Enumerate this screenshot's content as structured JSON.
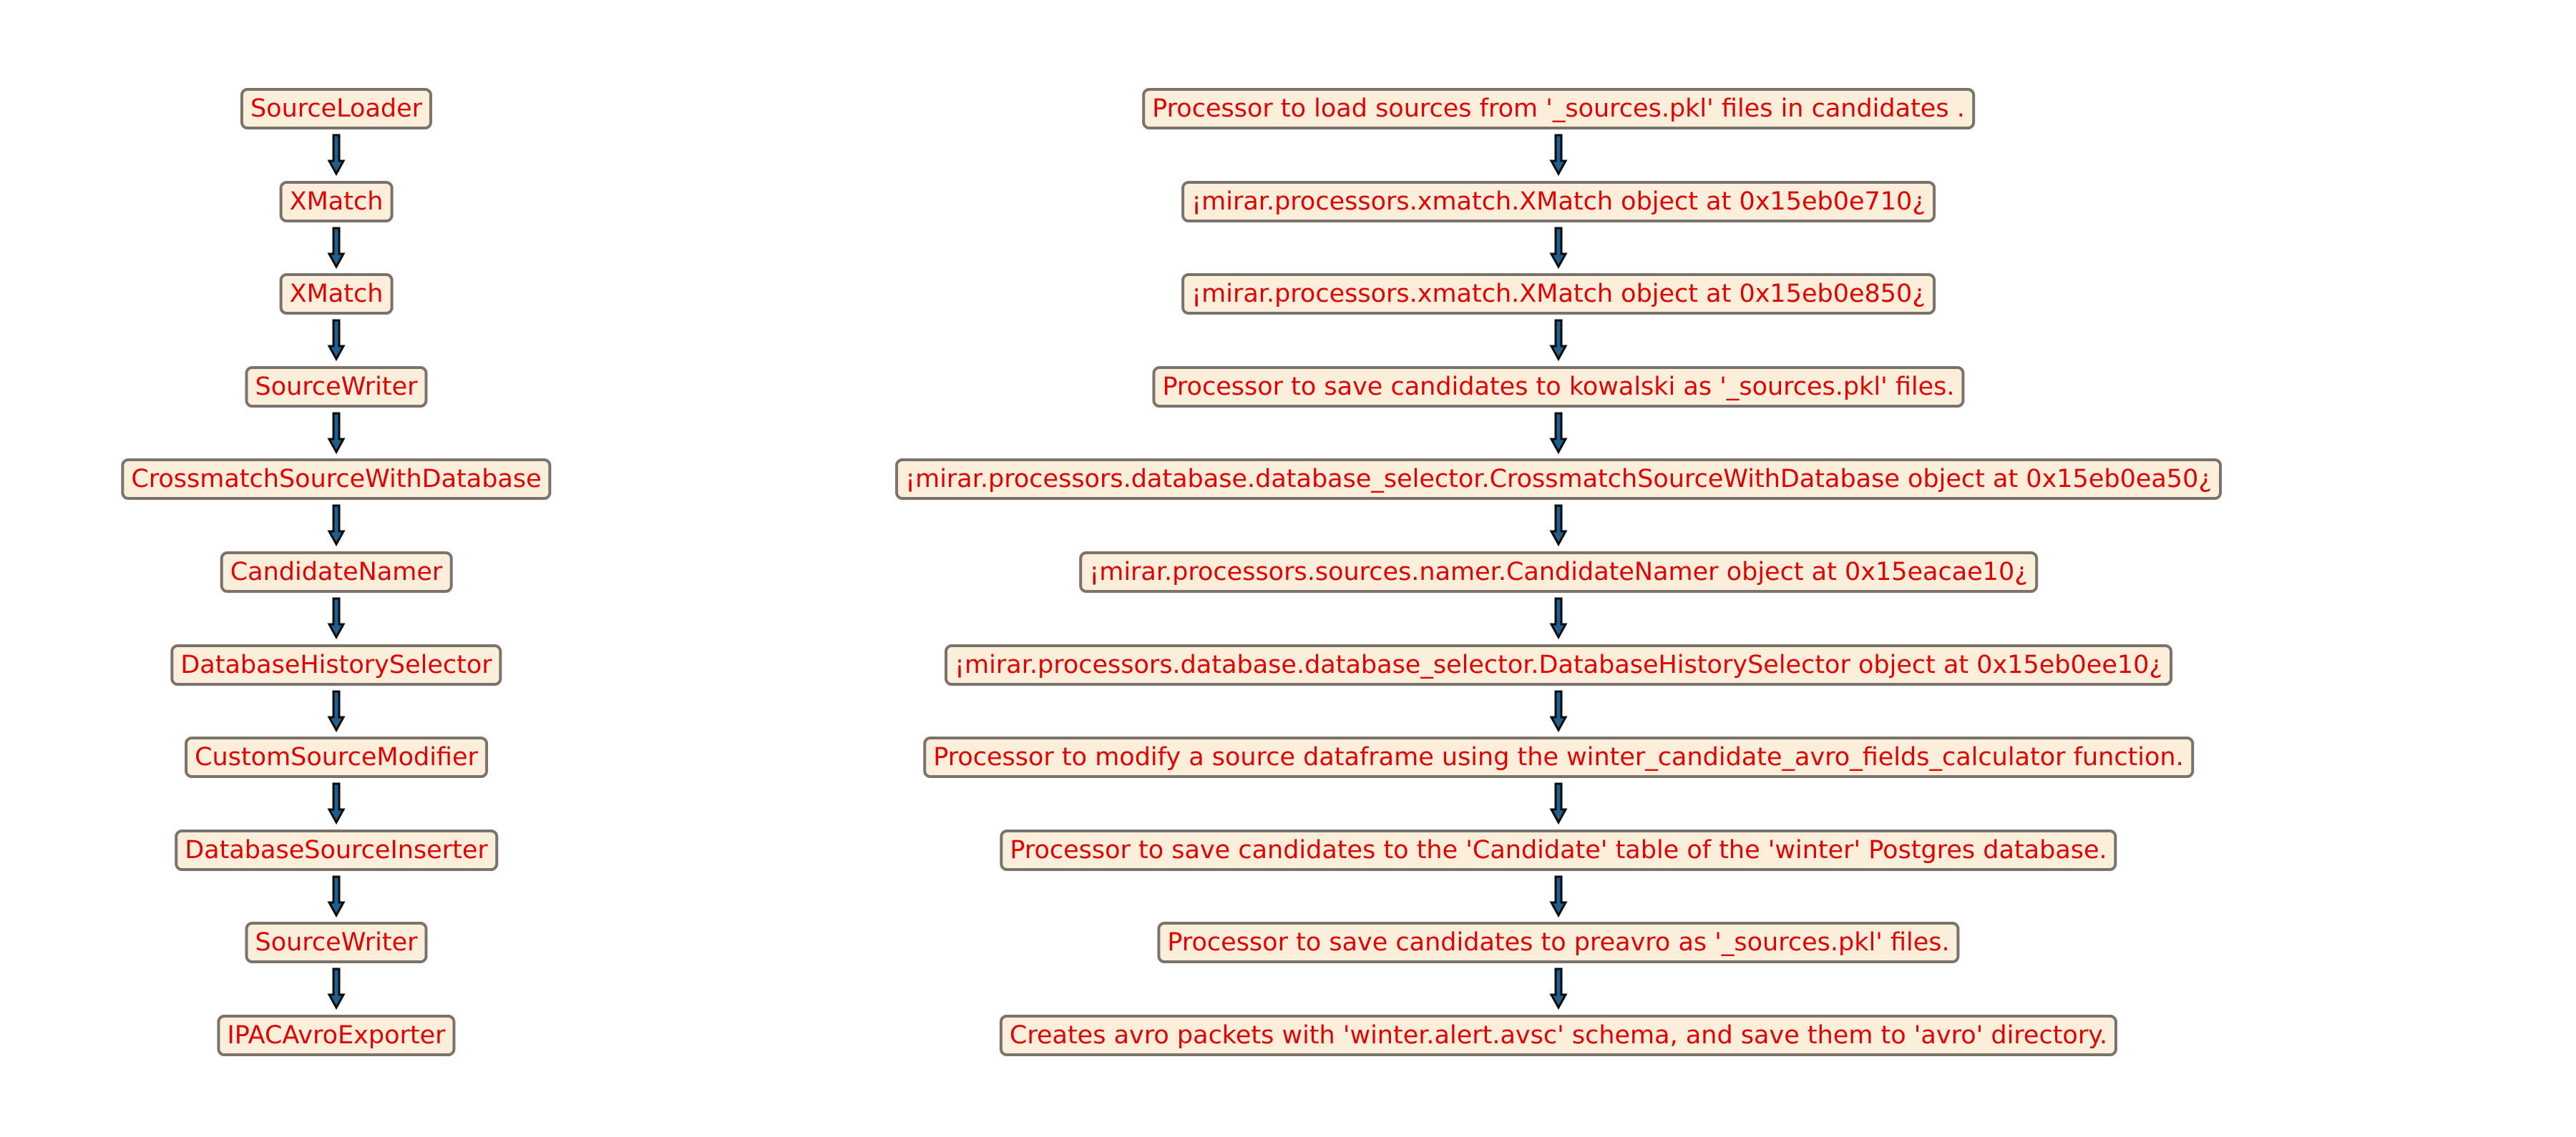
{
  "colors": {
    "node_fill": "#fbeedb",
    "node_border": "#7a736b",
    "node_text": "#e10000",
    "arrow_fill": "#1f5f8f",
    "arrow_stroke": "#0b0b0b"
  },
  "left_column": [
    {
      "label": "SourceLoader"
    },
    {
      "label": "XMatch"
    },
    {
      "label": "XMatch"
    },
    {
      "label": "SourceWriter"
    },
    {
      "label": "CrossmatchSourceWithDatabase"
    },
    {
      "label": "CandidateNamer"
    },
    {
      "label": "DatabaseHistorySelector"
    },
    {
      "label": "CustomSourceModifier"
    },
    {
      "label": "DatabaseSourceInserter"
    },
    {
      "label": "SourceWriter"
    },
    {
      "label": "IPACAvroExporter"
    }
  ],
  "right_column": [
    {
      "label": "Processor to load sources from '_sources.pkl' files in candidates ."
    },
    {
      "label": "¡mirar.processors.xmatch.XMatch object at 0x15eb0e710¿"
    },
    {
      "label": "¡mirar.processors.xmatch.XMatch object at 0x15eb0e850¿"
    },
    {
      "label": "Processor to save candidates to kowalski as '_sources.pkl' files."
    },
    {
      "label": "¡mirar.processors.database.database_selector.CrossmatchSourceWithDatabase object at 0x15eb0ea50¿"
    },
    {
      "label": "¡mirar.processors.sources.namer.CandidateNamer object at 0x15eacae10¿"
    },
    {
      "label": "¡mirar.processors.database.database_selector.DatabaseHistorySelector object at 0x15eb0ee10¿"
    },
    {
      "label": "Processor to modify a source dataframe using the winter_candidate_avro_fields_calculator function."
    },
    {
      "label": "Processor to save candidates to the 'Candidate' table of the 'winter' Postgres database."
    },
    {
      "label": "Processor to save candidates to preavro as '_sources.pkl' files."
    },
    {
      "label": "Creates avro packets with 'winter.alert.avsc' schema, and save them to 'avro' directory."
    }
  ]
}
